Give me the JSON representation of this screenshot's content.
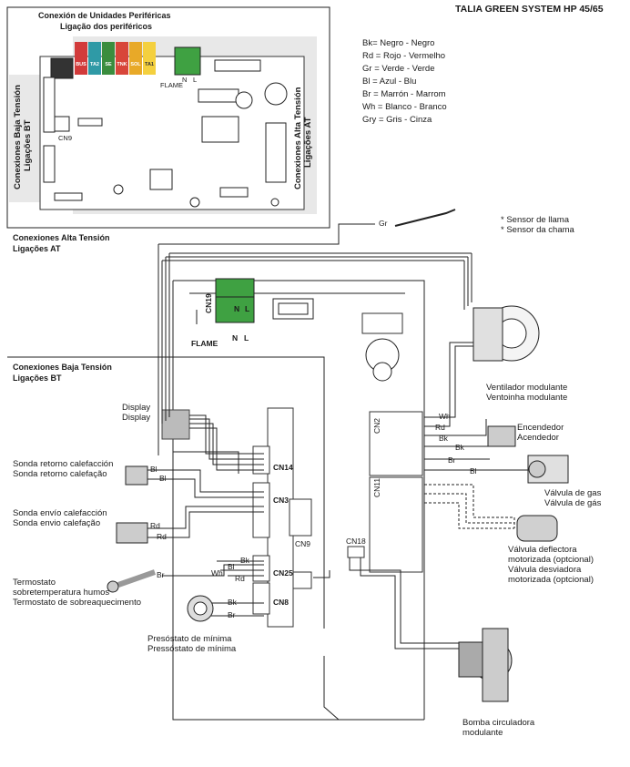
{
  "header": {
    "title": "TALIA GREEN SYSTEM HP 45/65"
  },
  "legend": [
    "Bk= Negro - Negro",
    "Rd =  Rojo - Vermelho",
    "Gr = Verde - Verde",
    "Bl = Azul - Blu",
    "Br = Marrón - Marrom",
    "Wh = Blanco - Branco",
    "Gry = Gris - Cinza"
  ],
  "board": {
    "peripheral_title": [
      "Conexión de Unidades Periféricas",
      "Ligação dos periféricos"
    ],
    "terminal_labels": [
      "BUS",
      "TA2",
      "SE",
      "TNK",
      "SOL",
      "TA1"
    ],
    "terminal_colors": [
      "#d23b3b",
      "#2f9aa6",
      "#3a8d3e",
      "#d8463a",
      "#e8a928",
      "#f4d03f"
    ],
    "low_voltage_vertical": [
      "Conexiones Baja Tensión",
      "Ligações BT"
    ],
    "high_voltage_vertical": [
      "Conexiones Alta Tensión",
      "Ligações AT"
    ],
    "small_labels": {
      "cn9": "CN9",
      "flame": "FLAME",
      "n": "N",
      "l": "L"
    }
  },
  "sections": {
    "high_voltage": [
      "Conexiones Alta Tensión",
      "Ligações AT"
    ],
    "low_voltage": [
      "Conexiones Baja Tensión",
      "Ligações BT"
    ]
  },
  "connectors": {
    "cn19": "CN19",
    "n": "N",
    "l": "L",
    "flame": "FLAME",
    "cn14": "CN14",
    "cn3": "CN3",
    "cn9": "CN9",
    "cn25": "CN25",
    "cn8": "CN8",
    "cn2": "CN2",
    "cn11": "CN11",
    "cn18": "CN18"
  },
  "components": {
    "flame_sensor": [
      "* Sensor de llama",
      "* Sensor da chama"
    ],
    "fan": [
      "Ventilador modulante",
      "Ventoinha modulante"
    ],
    "igniter": [
      "Encendedor",
      "Acendedor"
    ],
    "gas_valve": [
      "Válvula de gas",
      "Válvula de gás"
    ],
    "diverter_valve": [
      "Válvula deflectora",
      "motorizada (optcional)",
      "Válvula desviadora",
      "motorizada (optcional)"
    ],
    "pump": [
      "Bomba circuladora",
      "modulante"
    ],
    "display": [
      "Display",
      "Display"
    ],
    "return_probe": [
      "Sonda retorno calefacción",
      "Sonda retorno calefação"
    ],
    "flow_probe": [
      "Sonda envío calefacción",
      "Sonda envio calefação"
    ],
    "thermostat": [
      "Termostato",
      "sobretemperatura humos",
      "Termostato de sobreaquecimento"
    ],
    "pressure_switch": [
      "Presóstato de mínima",
      "Pressóstato de mínima"
    ]
  },
  "wires": {
    "gr": "Gr",
    "fan_wh": "Wh",
    "fan_rd": "Rd",
    "fan_bk": "Bk",
    "ign_bk": "Bk",
    "ign_br": "Br",
    "valve_bl": "Bl",
    "ret_bl1": "Bl",
    "ret_bl2": "Bl",
    "flow_rd1": "Rd",
    "flow_rd2": "Rd",
    "th_br": "Br",
    "cn25_bk": "Bk",
    "cn25_bl": "Bl",
    "cn25_wh": "Wh",
    "cn25_rd": "Rd",
    "cn8_bk": "Bk",
    "cn8_br": "Br"
  }
}
